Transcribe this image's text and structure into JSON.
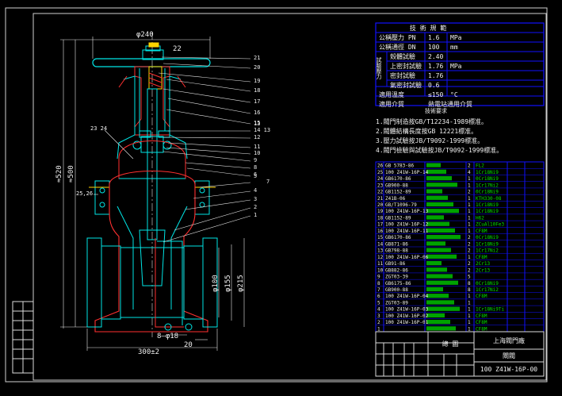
{
  "dims": {
    "top_width": "φ240",
    "top_22": "22",
    "h_500": "≈500",
    "h_520": "≈520",
    "d100": "φ100",
    "d155": "φ155",
    "d215": "φ215",
    "bolts": "8—φ18",
    "flange_20": "20",
    "length": "300±2",
    "left_23_24": "23  24",
    "left_25_26": "25,26"
  },
  "callouts_right": [
    "21",
    "20",
    "19",
    "18",
    "17",
    "16",
    "15",
    "13",
    "14  13",
    "12",
    "11",
    "10",
    "9",
    "8",
    "6",
    "5",
    "7",
    "4",
    "3",
    "2",
    "1"
  ],
  "params": {
    "title": "技  術  規  範",
    "rows": [
      {
        "name": "公稱壓力 PN",
        "value": "1.6",
        "unit": "MPa"
      },
      {
        "name": "公稱通徑 DN",
        "value": "100",
        "unit": "mm"
      },
      {
        "name": "殼體試驗",
        "value": "2.40",
        "unit": ""
      },
      {
        "name": "上密封試驗",
        "value": "1.76",
        "unit": "MPa"
      },
      {
        "name": "密封試驗",
        "value": "1.76",
        "unit": ""
      },
      {
        "name": "氣密封試驗",
        "value": "0.6",
        "unit": ""
      },
      {
        "name": "適用溫度",
        "value": "≤150",
        "unit": "°C"
      },
      {
        "name": "適用介質",
        "value": "熱電站通用介質",
        "unit": ""
      }
    ],
    "side_label": "試驗壓力"
  },
  "notes": {
    "title": "技術要求",
    "items": [
      "1.閥門制造按GB/T12234-1989標准。",
      "2.閥體結構長度按GB 12221標准。",
      "3.壓力試驗按JB/T9092-1999標准。",
      "4.閥門檢驗與試驗按JB/T9092-1999標准。"
    ]
  },
  "bom": [
    {
      "no": "26",
      "code": "GB 5783-86",
      "qty": "2",
      "mat": "FL2"
    },
    {
      "no": "25",
      "code": "100 Z41W-16P-14",
      "qty": "4",
      "mat": "1Cr18Ni9"
    },
    {
      "no": "24",
      "code": "GB6170-86",
      "qty": "1",
      "mat": "0Cr18Ni9"
    },
    {
      "no": "23",
      "code": "GB900-88",
      "qty": "1",
      "mat": "1Cr17Ni2"
    },
    {
      "no": "22",
      "code": "GB1152-89",
      "qty": "2",
      "mat": "0Cr18Ni9"
    },
    {
      "no": "21",
      "code": "Z41B-06",
      "qty": "1",
      "mat": "KTH330-08"
    },
    {
      "no": "20",
      "code": "GB/T1096-79",
      "qty": "1",
      "mat": "1Cr18Ni9"
    },
    {
      "no": "19",
      "code": "100 Z41W-16P-13",
      "qty": "1",
      "mat": "1Cr18Ni9"
    },
    {
      "no": "18",
      "code": "GB1152-89",
      "qty": "1",
      "mat": "H62"
    },
    {
      "no": "17",
      "code": "100 Z41W-16P-12",
      "qty": "1",
      "mat": "ZCuAl10Fe3"
    },
    {
      "no": "16",
      "code": "100 Z41W-16P-11",
      "qty": "1",
      "mat": "CF8M"
    },
    {
      "no": "15",
      "code": "GB6170-86",
      "qty": "2",
      "mat": "0Cr18Ni9"
    },
    {
      "no": "14",
      "code": "GB871-86",
      "qty": "2",
      "mat": "1Cr18Ni9"
    },
    {
      "no": "13",
      "code": "GB798-88",
      "qty": "2",
      "mat": "1Cr17Ni2"
    },
    {
      "no": "12",
      "code": "100 Z41W-16P-06",
      "qty": "1",
      "mat": "CF8M"
    },
    {
      "no": "11",
      "code": "GB91-86",
      "qty": "2",
      "mat": "2Cr13"
    },
    {
      "no": "10",
      "code": "GB882-86",
      "qty": "2",
      "mat": "2Cr13"
    },
    {
      "no": "9",
      "code": "ZGT03-39",
      "qty": "5",
      "mat": ""
    },
    {
      "no": "8",
      "code": "GB6175-86",
      "qty": "8",
      "mat": "0Cr18Ni9"
    },
    {
      "no": "7",
      "code": "GB900-88",
      "qty": "8",
      "mat": "1Cr17Ni2"
    },
    {
      "no": "6",
      "code": "100 Z41W-16P-04",
      "qty": "1",
      "mat": "CF8M"
    },
    {
      "no": "5",
      "code": "ZGT03-89",
      "qty": "1",
      "mat": ""
    },
    {
      "no": "4",
      "code": "100 Z41W-16P-03",
      "qty": "1",
      "mat": "1Cr18Ni9Ti"
    },
    {
      "no": "3",
      "code": "100 Z41W-16P-02",
      "qty": "1",
      "mat": "CF8M"
    },
    {
      "no": "2",
      "code": "100 Z41W-16P-01",
      "qty": "1",
      "mat": "CF8M"
    },
    {
      "no": "1",
      "code": "",
      "qty": "1",
      "mat": "CF8M"
    }
  ],
  "title_block": {
    "company": "上海閥門廠",
    "assembly": "總  圖",
    "drawing_no": "100  Z41W-16P-00",
    "name": "閘閥"
  },
  "colors": {
    "frame": "#d0d0d0",
    "outline": "#00e5e5",
    "body_stroke": "#ff3030",
    "bom_green": "#00c000",
    "table_blue": "#1010ff",
    "text_white": "#f0f0f0",
    "callout": "#e8e8e8"
  }
}
